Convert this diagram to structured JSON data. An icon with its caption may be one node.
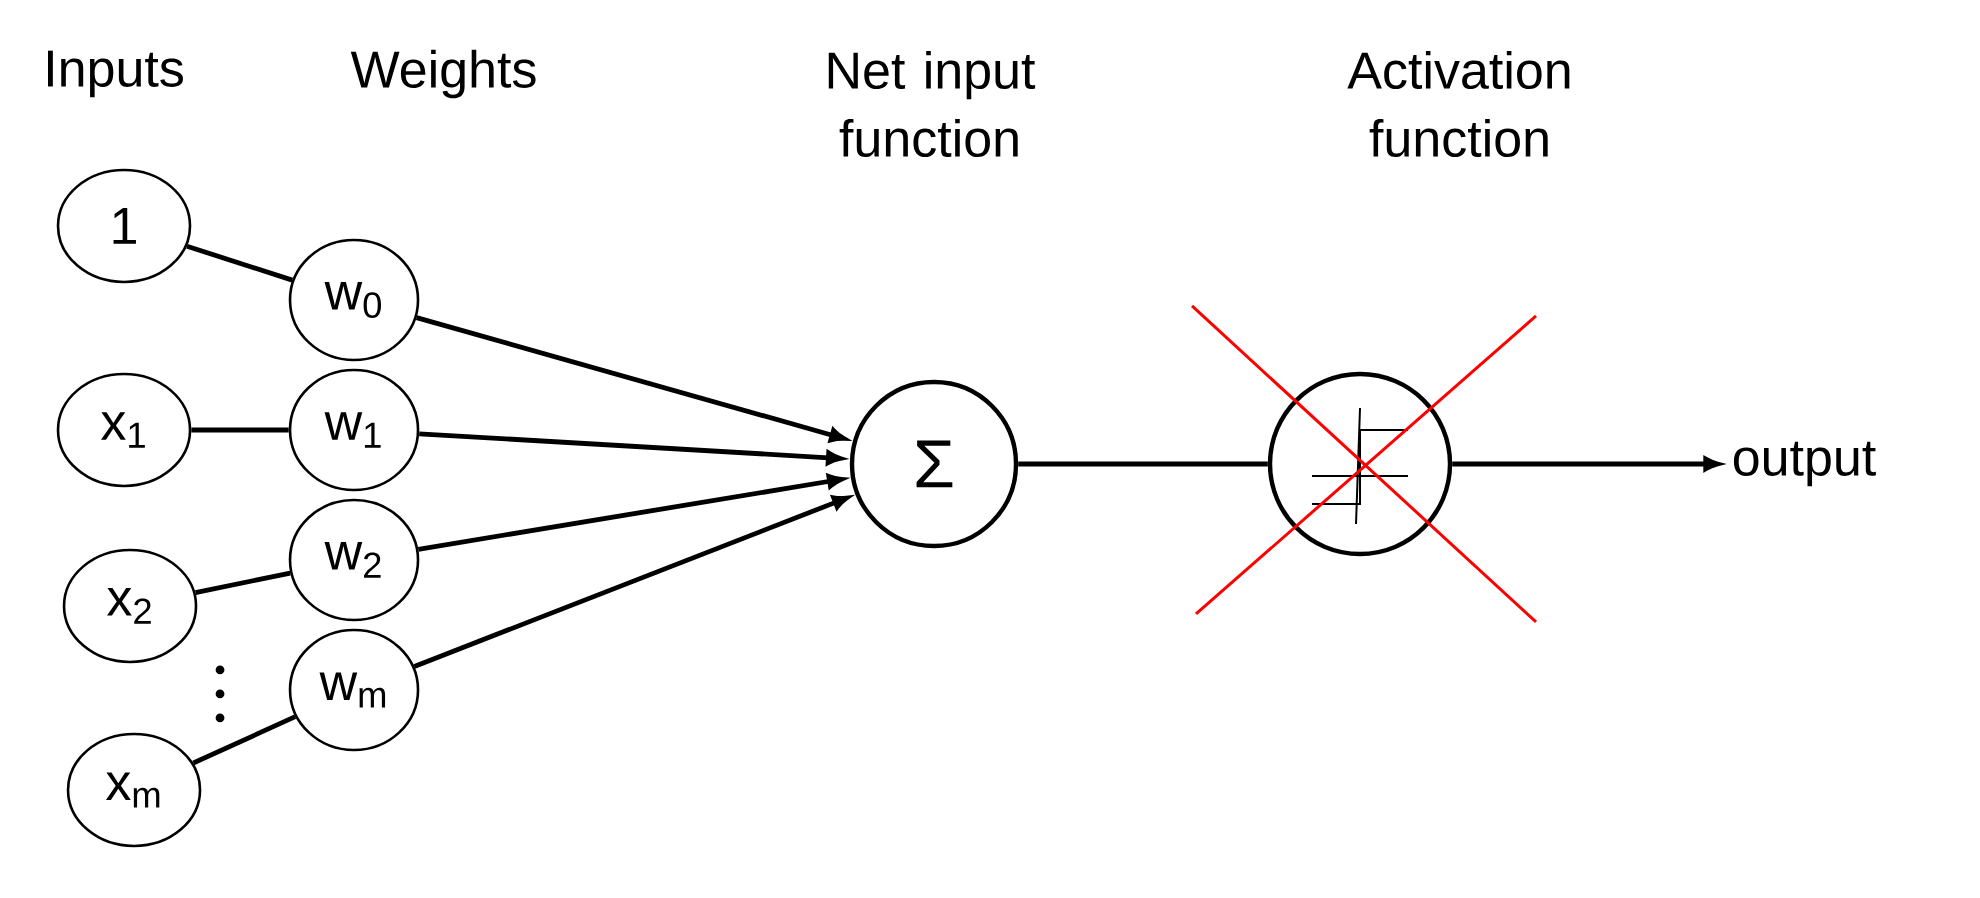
{
  "diagram": {
    "nodes": [
      {
        "text": [
          "1"
        ]
      },
      {
        "text": [
          "x$_{1}$"
        ]
      },
      {
        "text": [
          "x$_{2}$"
        ]
      },
      {
        "text": [
          "x$_{m}$"
        ]
      },
      {
        "text": [
          "w$_{0}$"
        ]
      },
      {
        "text": [
          "w$_{1}$"
        ]
      },
      {
        "text": [
          "w$_{2}$"
        ]
      },
      {
        "text": [
          "w$_{m}$"
        ]
      },
      {
        "text": [
          "Σ"
        ]
      },
      {
        "text": [],
        "shape": "circle"
      },
      {
        "text": [
          "output"
        ]
      }
    ],
    "edges": [
      {
        "from": 0,
        "to": 4,
        "arrow": "none"
      },
      {
        "from": 1,
        "to": 5,
        "arrow": "none"
      },
      {
        "from": 2,
        "to": 6,
        "arrow": "none"
      },
      {
        "from": 3,
        "to": 7,
        "arrow": "none"
      },
      {
        "from": 4,
        "to": 8,
        "arrow": "to"
      },
      {
        "from": 5,
        "to": 8,
        "arrow": "to"
      },
      {
        "from": 6,
        "to": 8,
        "arrow": "to"
      },
      {
        "from": 7,
        "to": 8,
        "arrow": "to"
      },
      {
        "from": 8,
        "to": 9,
        "arrow": "none"
      },
      {
        "from": 9,
        "to": 10,
        "arrow": "to"
      }
    ],
    "labels": [
      "Inputs",
      "Weights",
      "Net input function",
      "Activation function"
    ]
  }
}
